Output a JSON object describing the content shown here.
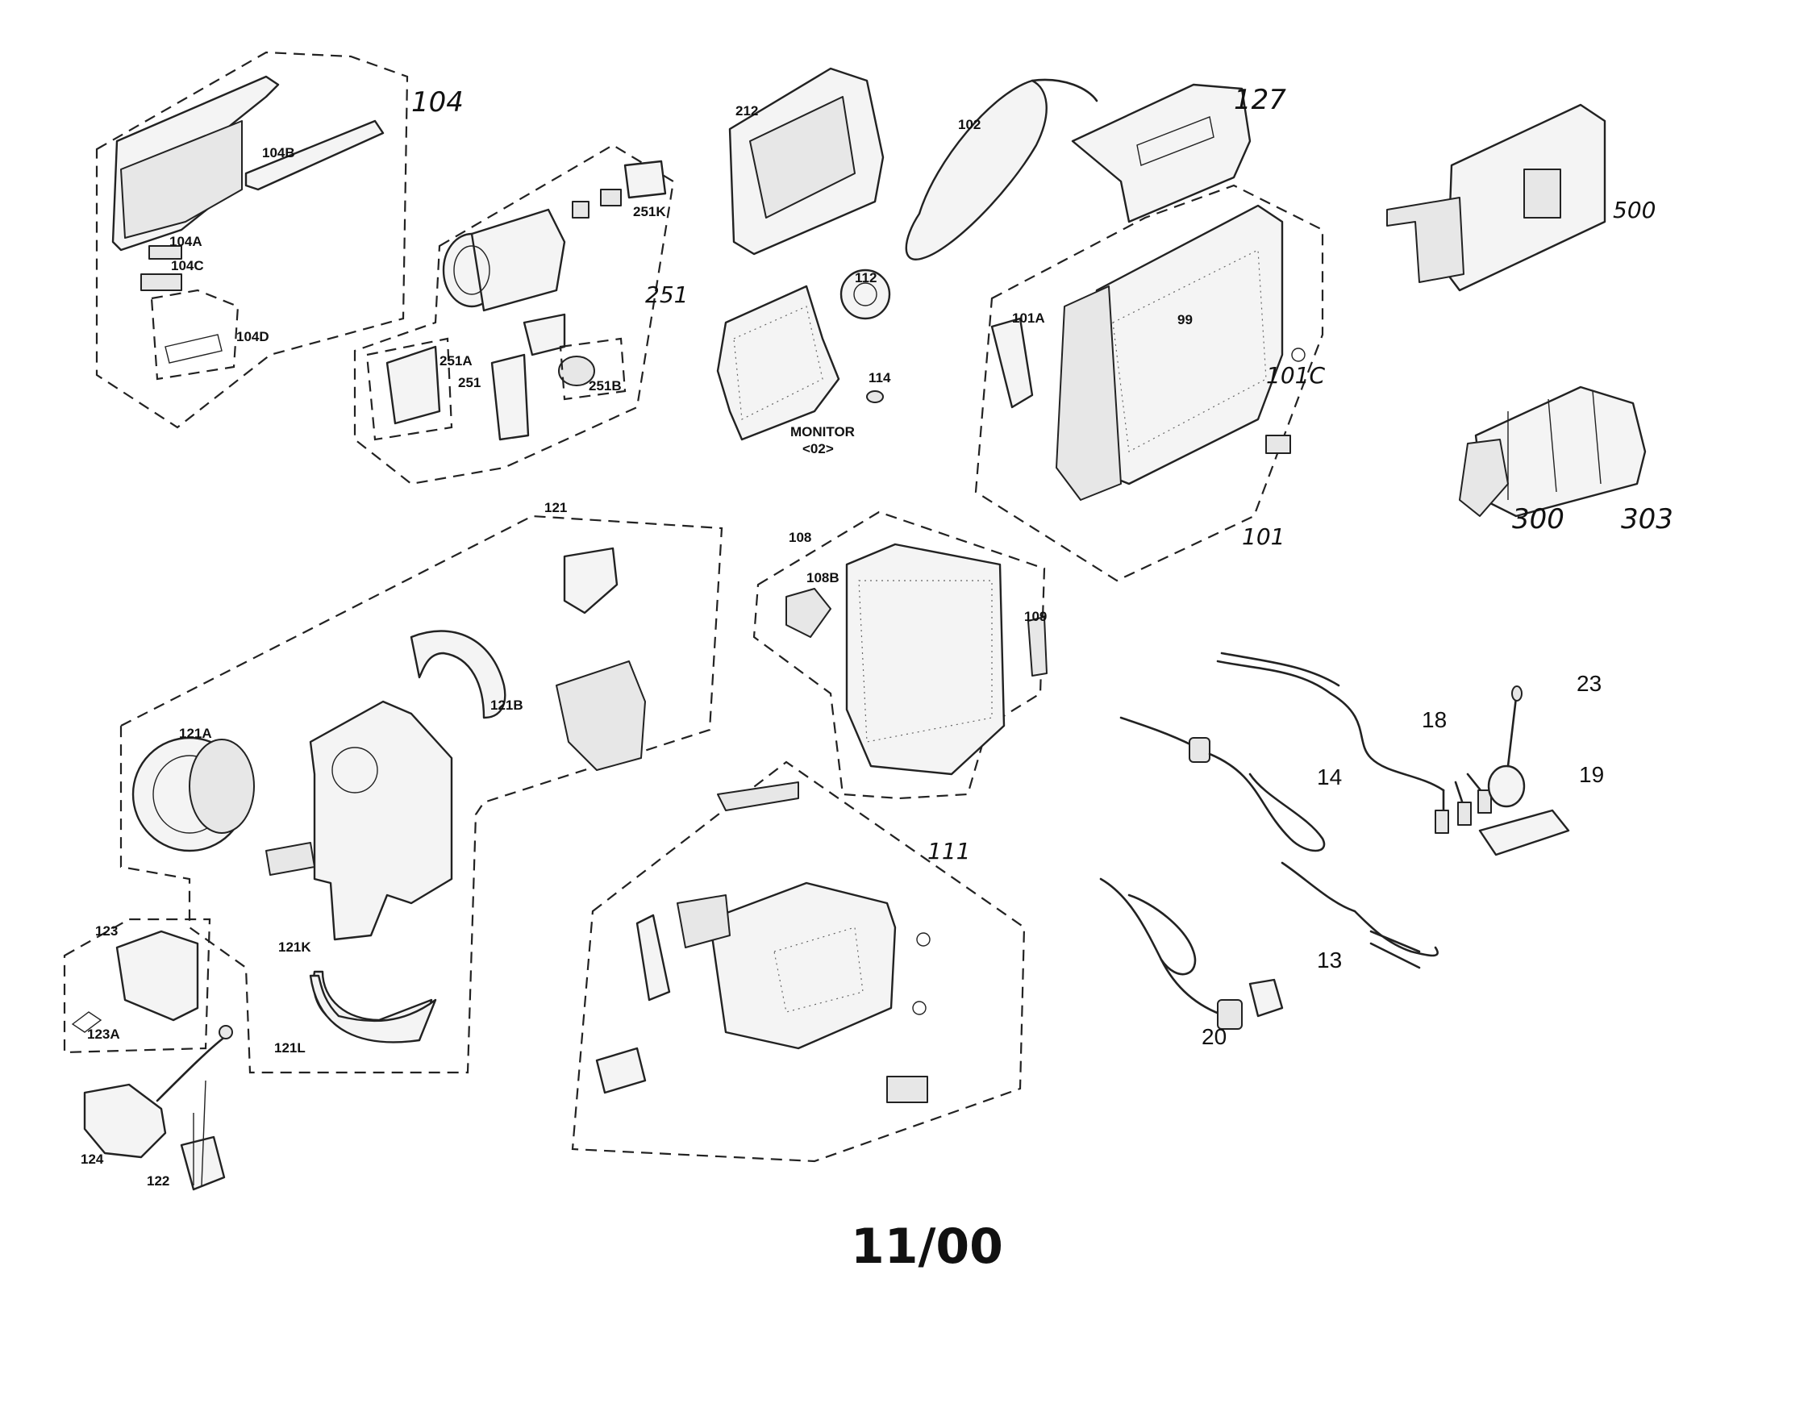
{
  "labels": {
    "l104": "104",
    "l104A": "104A",
    "l104B": "104B",
    "l104C": "104C",
    "l104D": "104D",
    "l251": "251",
    "l251A": "251A",
    "l251_": "251",
    "l251B": "251B",
    "l251K": "251K",
    "l212": "212",
    "l102": "102",
    "l127": "127",
    "l112": "112",
    "l114": "114",
    "lMonitor": "MONITOR",
    "lMonitor02": "<02>",
    "l101A": "101A",
    "l99": "99",
    "l101C": "101C",
    "l101": "101",
    "l500": "500",
    "l300": "300",
    "l303": "303",
    "l121": "121",
    "l121A": "121A",
    "l121B": "121B",
    "l121K": "121K",
    "l121L": "121L",
    "l123": "123",
    "l123A": "123A",
    "l124": "124",
    "l122": "122",
    "l108": "108",
    "l108B": "108B",
    "l109": "109",
    "l111": "111",
    "l18": "18",
    "l23": "23",
    "l14": "14",
    "l19": "19",
    "l13": "13",
    "l20": "20"
  },
  "footer": "11/00"
}
